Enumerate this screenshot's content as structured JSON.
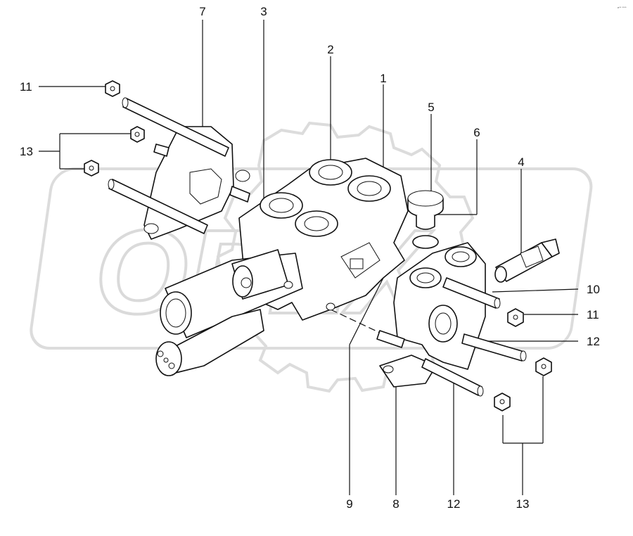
{
  "watermark": {
    "text": "OPEX"
  },
  "corner_code": "e** ****",
  "callouts": [
    {
      "id": "c1",
      "label": "1"
    },
    {
      "id": "c2",
      "label": "2"
    },
    {
      "id": "c3",
      "label": "3"
    },
    {
      "id": "c4",
      "label": "4"
    },
    {
      "id": "c5",
      "label": "5"
    },
    {
      "id": "c6",
      "label": "6"
    },
    {
      "id": "c7",
      "label": "7"
    },
    {
      "id": "c8",
      "label": "8"
    },
    {
      "id": "c9",
      "label": "9"
    },
    {
      "id": "c10",
      "label": "10"
    },
    {
      "id": "c11a",
      "label": "11"
    },
    {
      "id": "c11b",
      "label": "11"
    },
    {
      "id": "c12a",
      "label": "12"
    },
    {
      "id": "c12b",
      "label": "12"
    },
    {
      "id": "c13a",
      "label": "13"
    },
    {
      "id": "c13b",
      "label": "13"
    }
  ]
}
